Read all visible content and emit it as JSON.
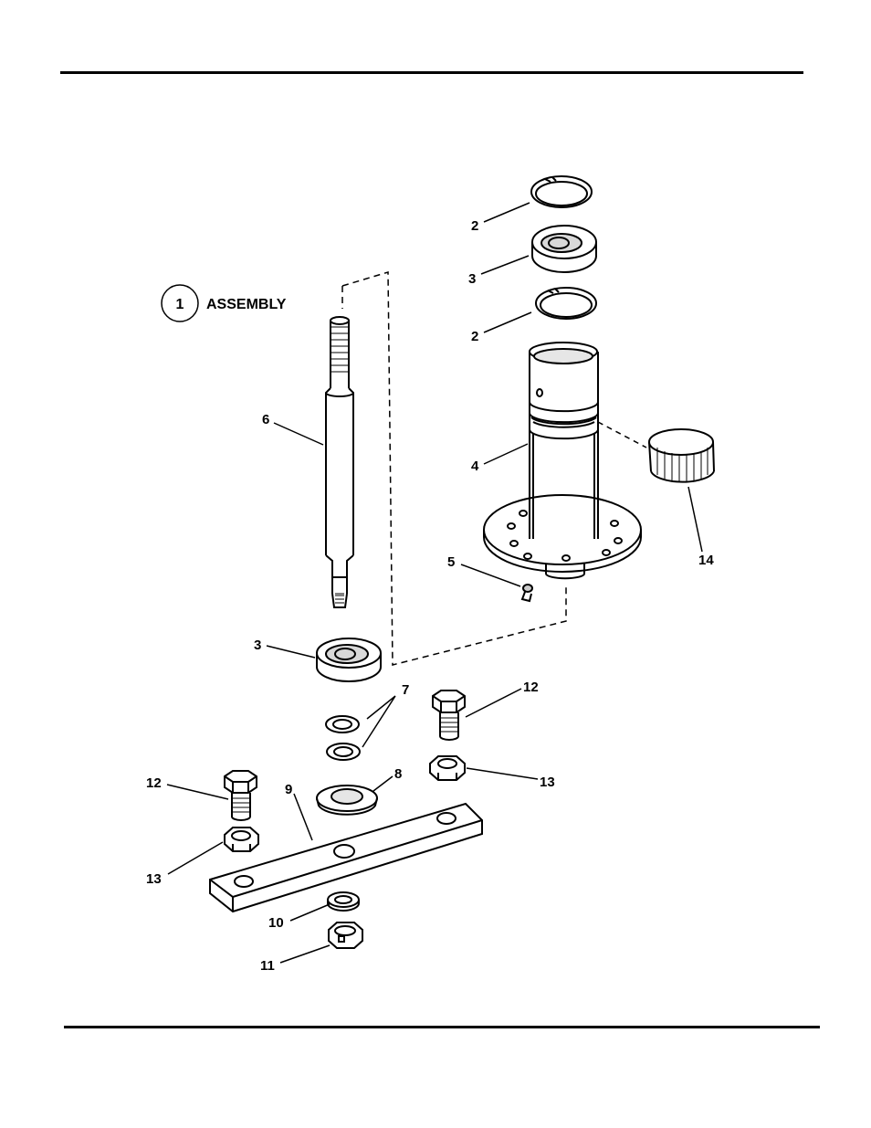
{
  "assembly": {
    "number": "1",
    "label": "ASSEMBLY"
  },
  "callouts": {
    "c2a": "2",
    "c3a": "3",
    "c2b": "2",
    "c4": "4",
    "c14": "14",
    "c5": "5",
    "c6": "6",
    "c3b": "3",
    "c7": "7",
    "c12a": "12",
    "c12b": "12",
    "c13a": "13",
    "c13b": "13",
    "c8": "8",
    "c9": "9",
    "c10": "10",
    "c11": "11"
  }
}
